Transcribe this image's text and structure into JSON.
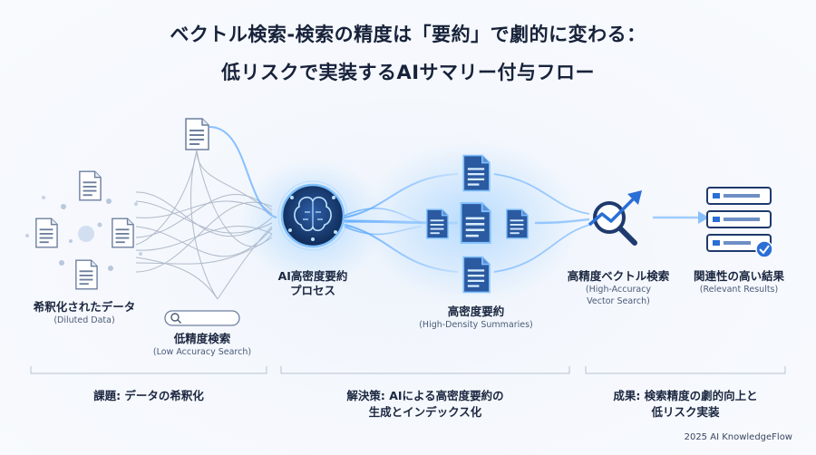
{
  "title_line1": "ベクトル検索-検索の精度は「要約」で劇的に変わる：",
  "title_line2": "低リスクで実装するAIサマリー付与フロー",
  "stages": {
    "diluted": {
      "jp": "希釈化されたデータ",
      "en": "(Diluted Data)"
    },
    "low_search": {
      "jp": "低精度検索",
      "en": "(Low Accuracy Search)"
    },
    "ai_process": {
      "jp1": "AI高密度要約",
      "jp2": "プロセス"
    },
    "summaries": {
      "jp": "高密度要約",
      "en": "(High-Density Summaries)"
    },
    "vector_search": {
      "jp": "高精度ベクトル検索",
      "en1": "(High-Accuracy",
      "en2": "Vector Search)"
    },
    "results": {
      "jp": "関連性の高い結果",
      "en": "(Relevant Results)"
    }
  },
  "bottom": {
    "problem": "課題: データの希釈化",
    "solution_line1": "解決策: AIによる高密度要約の",
    "solution_line2": "生成とインデックス化",
    "outcome_line1": "成果: 検索精度の劇的向上と",
    "outcome_line2": "低リスク実装"
  },
  "credit": "2025 AI KnowledgeFlow",
  "colors": {
    "accent": "#2a6fd6",
    "dark": "#1e3a6e",
    "glow": "#4aa3ff"
  }
}
